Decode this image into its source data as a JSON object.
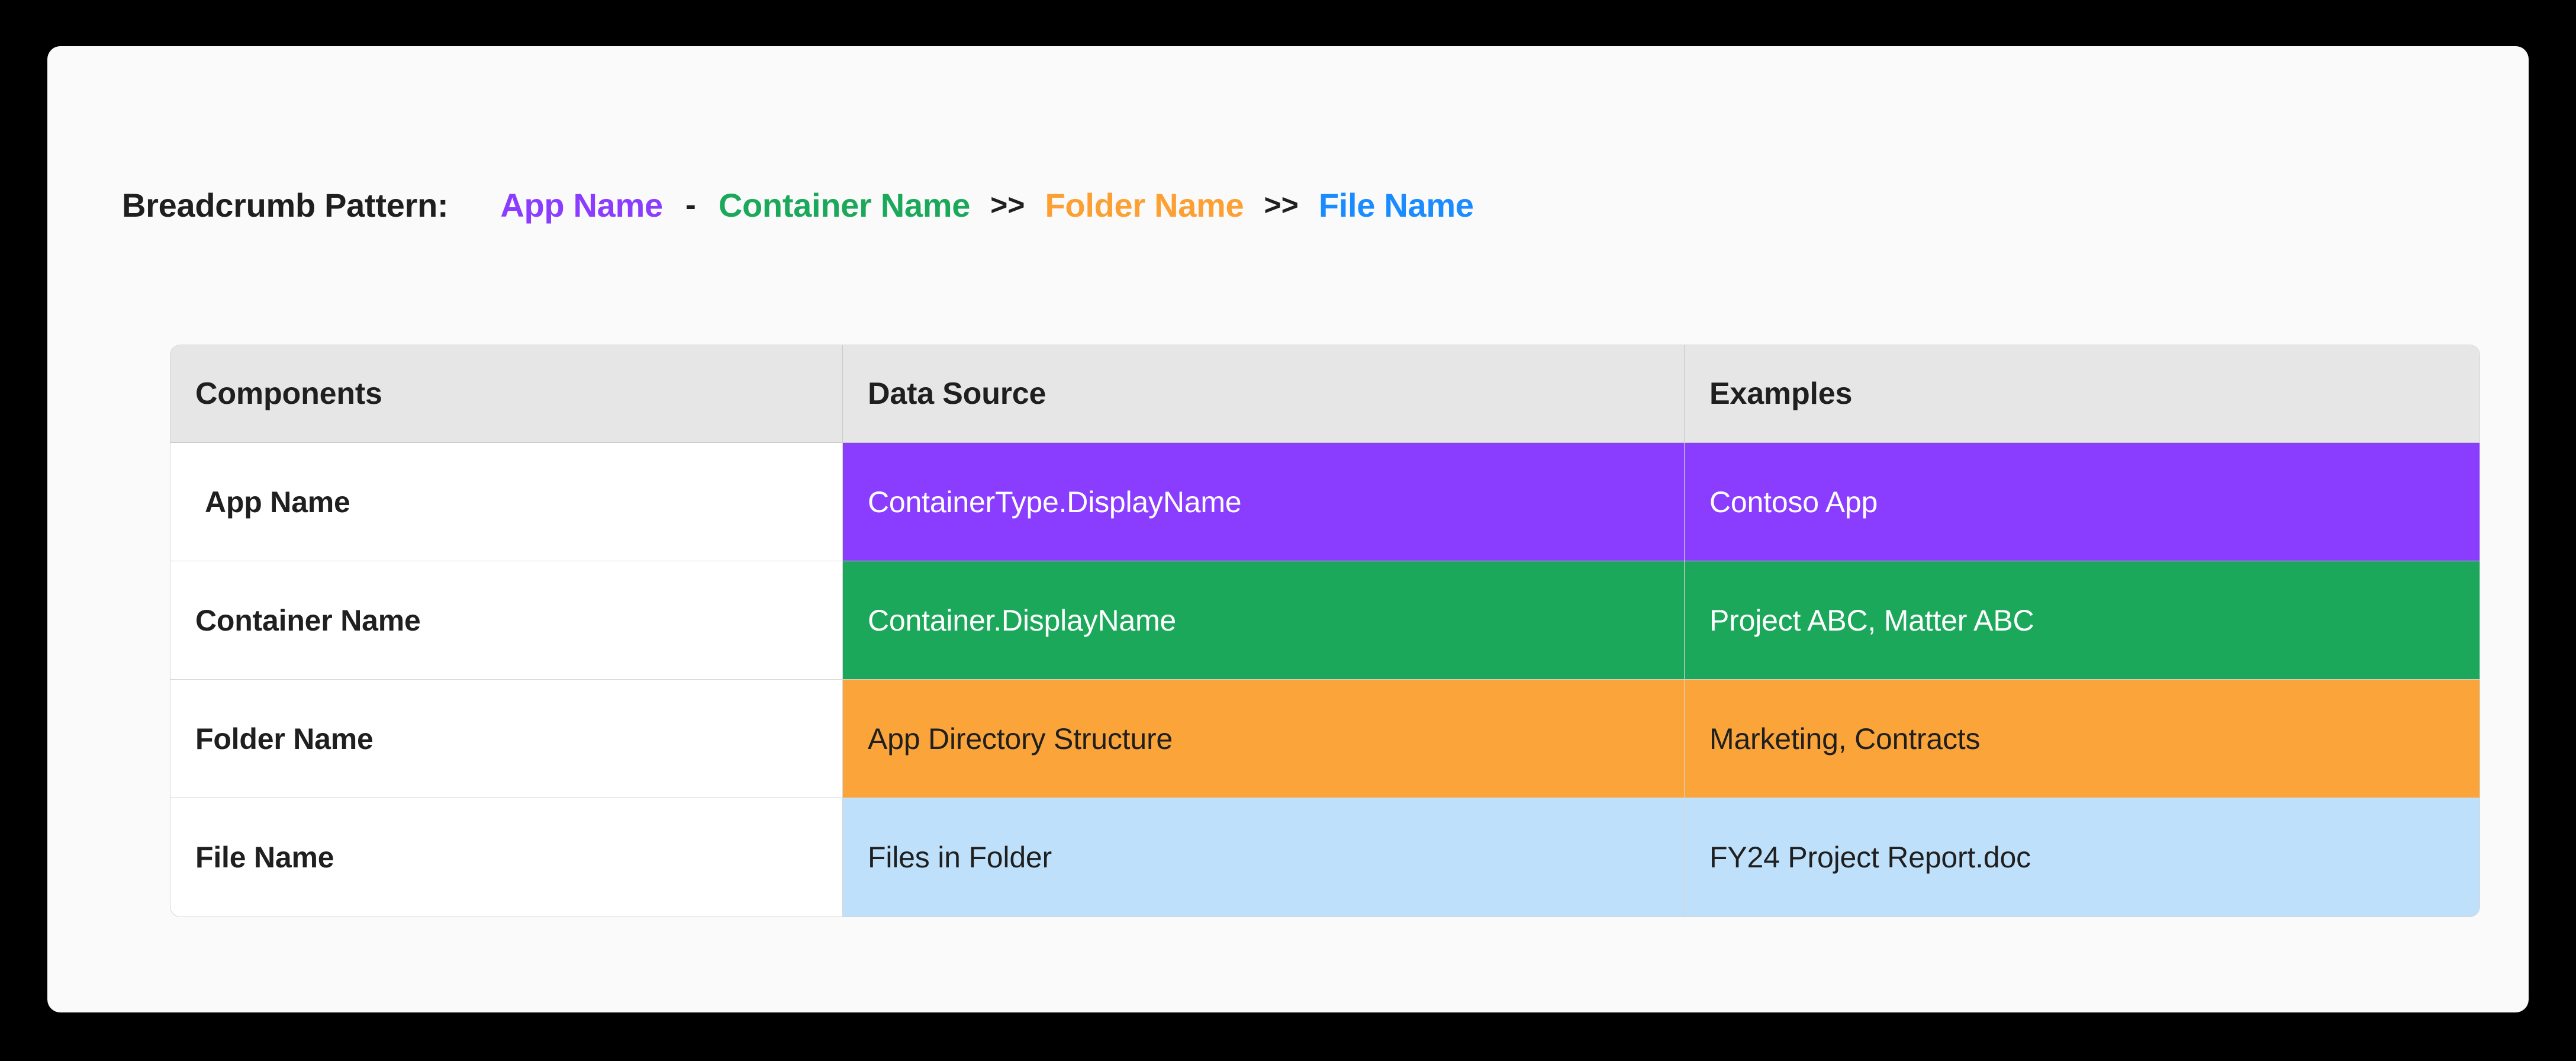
{
  "breadcrumb": {
    "title": "Breadcrumb Pattern:",
    "separator_dash": "-",
    "separator_chevron": ">>",
    "tokens": [
      {
        "label": "App Name",
        "color": "#8B3DFF"
      },
      {
        "label": "Container Name",
        "color": "#1CA85A"
      },
      {
        "label": "Folder Name",
        "color": "#FCA033"
      },
      {
        "label": "File Name",
        "color": "#1A8CFF"
      }
    ]
  },
  "table": {
    "headers": [
      "Components",
      "Data Source",
      "Examples"
    ],
    "rows": [
      {
        "component": "App Name",
        "data_source": "ContainerType.DisplayName",
        "example": "Contoso App",
        "fill": "#8B3DFF",
        "text_color": "#FFFFFF"
      },
      {
        "component": "Container Name",
        "data_source": "Container.DisplayName",
        "example": "Project ABC, Matter ABC",
        "fill": "#1CA85A",
        "text_color": "#FFFFFF"
      },
      {
        "component": "Folder Name",
        "data_source": "App Directory Structure",
        "example": "Marketing, Contracts",
        "fill": "#FAA43A",
        "text_color": "#1F1F1F"
      },
      {
        "component": "File Name",
        "data_source": "Files in Folder",
        "example": "FY24 Project Report.doc",
        "fill": "#BFE0FA",
        "text_color": "#1F1F1F"
      }
    ]
  },
  "colors": {
    "page_background": "#000000",
    "card_background": "#FAFAFA",
    "header_background": "#E6E6E6",
    "border": "#D4D4D4",
    "text_dark": "#1F1F1F",
    "text_light": "#FFFFFF"
  }
}
